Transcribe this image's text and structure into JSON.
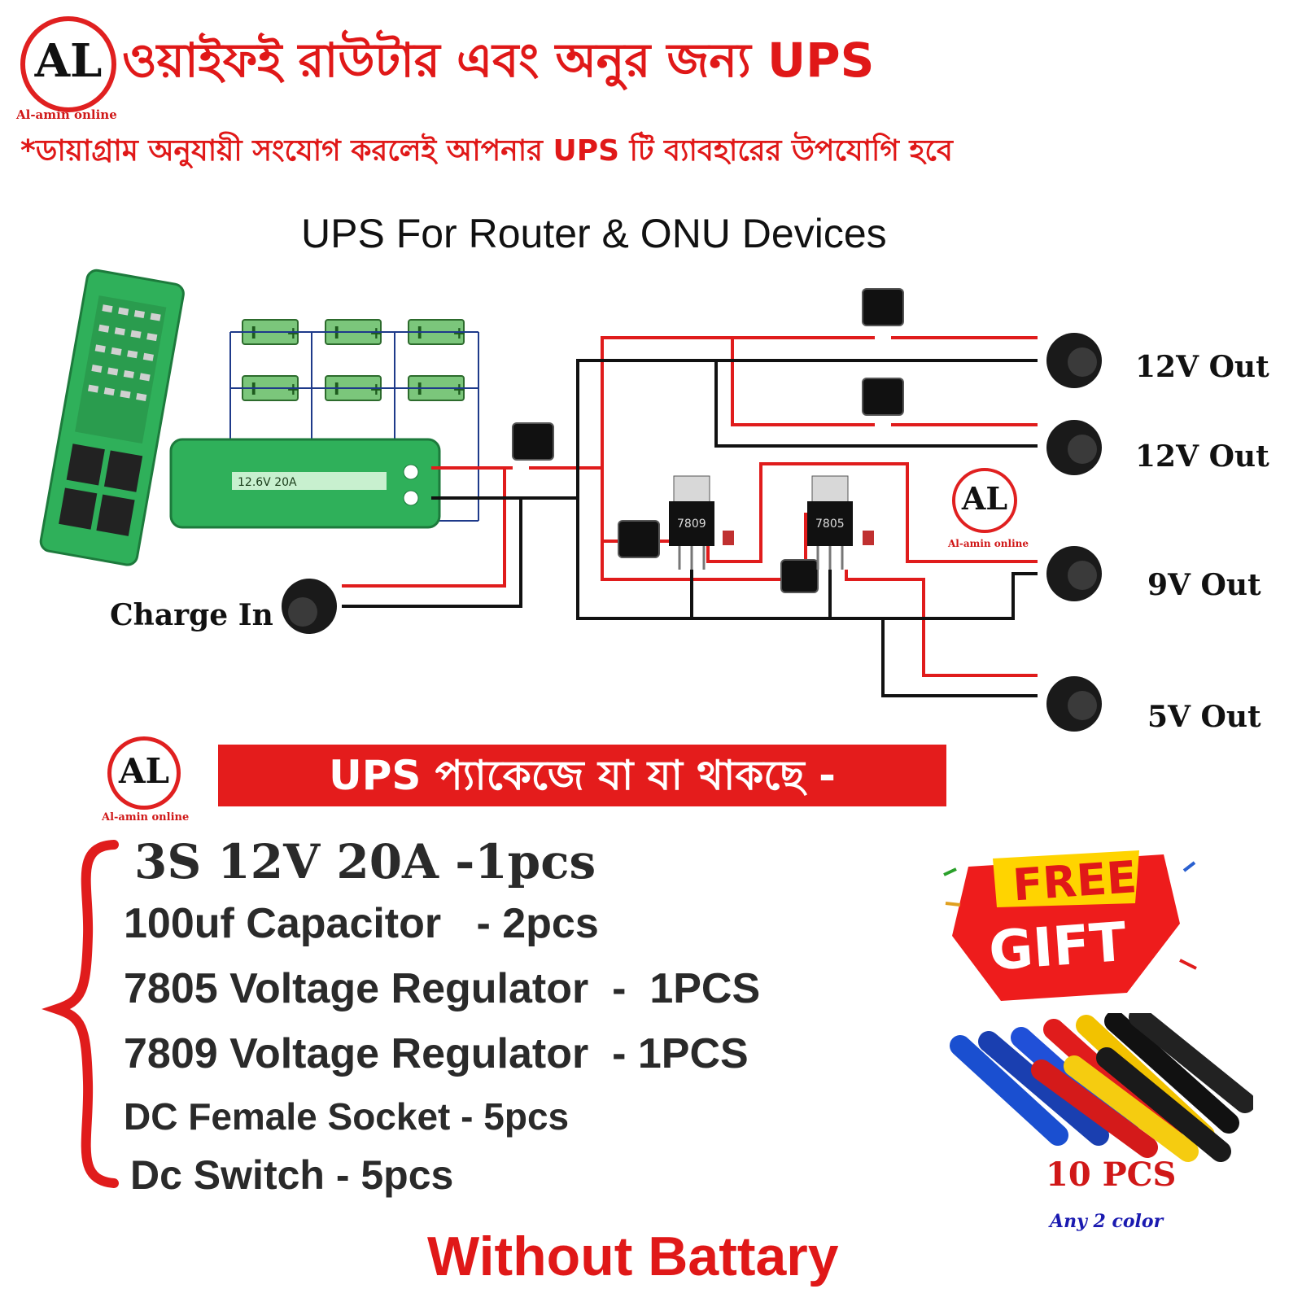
{
  "header": {
    "logo_letters": "AL",
    "logo_caption": "Al-amin online",
    "title_bn": "ওয়াইফই রাউটার এবং অনুর জন্য UPS",
    "subtitle_bn": "*ডায়াগ্রাম অনুযায়ী সংযোগ করলেই আপনার UPS টি ব্যাবহারের উপযোগি হবে"
  },
  "diagram": {
    "title": "UPS For Router & ONU Devices",
    "bms_board_label": "12.6V 20A",
    "charge_in_label": "Charge In",
    "regulators": [
      "7809",
      "7805"
    ],
    "outputs": [
      "12V Out",
      "12V Out",
      "9V Out",
      "5V Out"
    ],
    "logo_letters": "AL",
    "logo_caption": "Al-amin online",
    "wire_colors": {
      "positive": "#e01c1c",
      "negative": "#111111"
    }
  },
  "package": {
    "logo_letters": "AL",
    "logo_caption": "Al-amin online",
    "banner": "UPS প্যাকেজে যা যা থাকছে -",
    "items": [
      "3S 12V 20A -1pcs",
      "100uf Capacitor   - 2pcs",
      "7805 Voltage Regulator  -  1PCS",
      "7809 Voltage Regulator  - 1PCS",
      "DC Female Socket - 5pcs",
      "Dc Switch - 5pcs"
    ],
    "note": "Without Battary"
  },
  "gift": {
    "line1": "FREE",
    "line2": "GIFT",
    "count": "10 PCS",
    "colors_note": "Any 2 color"
  }
}
